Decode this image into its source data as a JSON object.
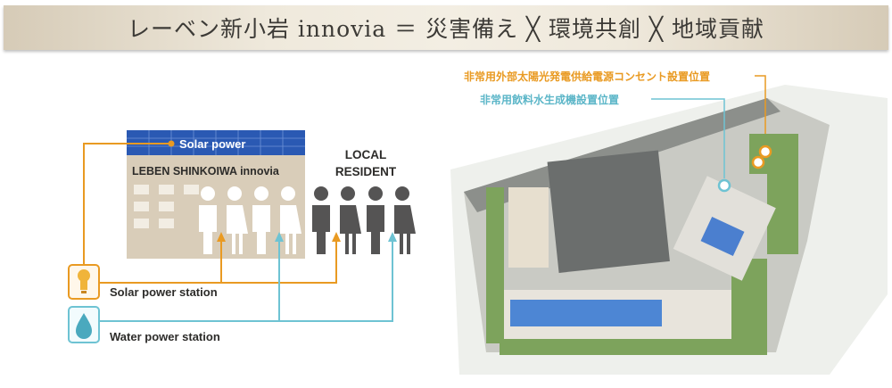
{
  "header": {
    "title": "レーベン新小岩 innovia ＝ 災害備え ╳ 環境共創 ╳ 地域貢献"
  },
  "diagram": {
    "solar_panel_label": "Solar power",
    "building_label": "LEBEN SHINKOIWA innovia",
    "local_label_line1": "LOCAL",
    "local_label_line2": "RESIDENT",
    "solar_station_label": "Solar power station",
    "water_station_label": "Water power station",
    "colors": {
      "solar": "#e99a22",
      "water": "#6ec3d3",
      "building": "#d9cdb9",
      "panel": "#2a59b3"
    }
  },
  "map": {
    "solar_outlet_label": "非常用外部太陽光発電供給電源コンセント設置位置",
    "water_station_label": "非常用飲料水生成機設置位置"
  }
}
